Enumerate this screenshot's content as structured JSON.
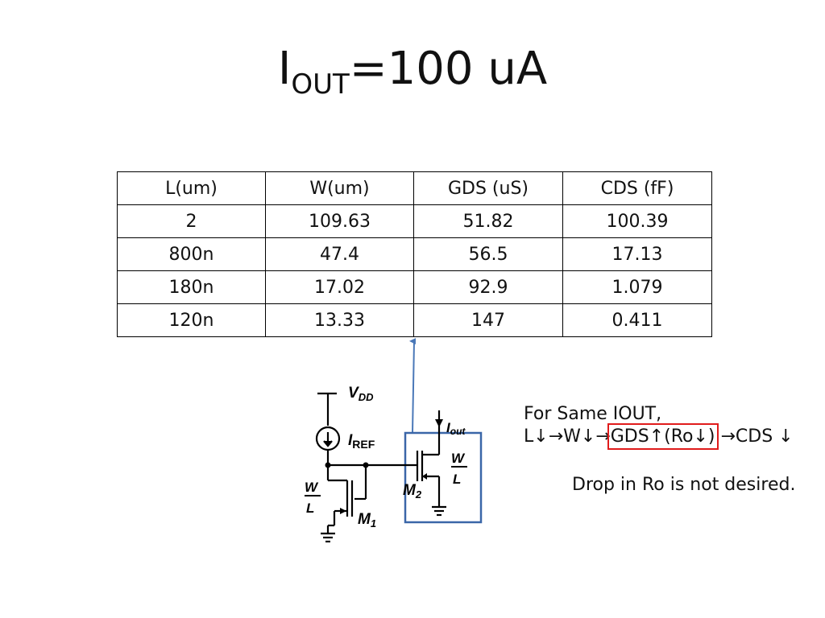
{
  "title": {
    "main": "I",
    "sub": "OUT",
    "rest": "=100 uA"
  },
  "table": {
    "headers": [
      "L(um)",
      "W(um)",
      "GDS (uS)",
      "CDS (fF)"
    ],
    "rows": [
      [
        "2",
        "109.63",
        "51.82",
        "100.39"
      ],
      [
        "800n",
        "47.4",
        "56.5",
        "17.13"
      ],
      [
        "180n",
        "17.02",
        "92.9",
        "1.079"
      ],
      [
        "120n",
        "13.33",
        "147",
        "0.411"
      ]
    ]
  },
  "circuit": {
    "vdd": "V",
    "vdd_sub": "DD",
    "iref": "I",
    "iref_sub": "REF",
    "iout": "I",
    "iout_sub": "out",
    "w": "W",
    "l": "L",
    "m1": "M",
    "m1_sub": "1",
    "m2": "M",
    "m2_sub": "2"
  },
  "notes": {
    "line1": "For Same IOUT,",
    "line2_pre": "L↓→W↓→",
    "line2_box": "GDS↑(Ro↓)",
    "line2_post": " →CDS ↓",
    "line3": "Drop in Ro is not desired."
  },
  "colors": {
    "highlight_box": "#e01b1b",
    "annotation_box": "#3a66a8",
    "arrow": "#4a78b8"
  }
}
